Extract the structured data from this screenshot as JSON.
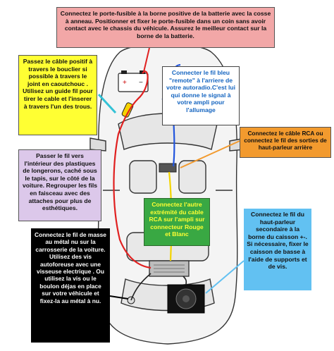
{
  "callouts": {
    "battery": "Connectez le porte-fusible à la borne positive de la batterie avec la cosse à anneau. Positionner et fixer le porte-fusible dans un coin sans avoir contact avec le chassis du véhicule. Assurez le meilleur contact sur la borne de la batterie.",
    "firewall": "Passez le câble positif à travers le bouclier si possible à travers le joint en caoutchouc . Utilisez un guide fil pour tirer le cable et l'inserer à travers l'un des trous.",
    "remote": "Connecter le fil bleu \"remote\" à l'arriere de votre autoradio.C'est lui qui donne le signal à votre ampli pour l'allumage",
    "rca": "Connectez le câble RCA ou connectez le fil des sorties de haut-parleur arrière",
    "routing": "Passer le fil vers l'intérieur des plastiques de longerons, caché sous le tapis, sur le côté de la voiture. Regrouper les fils en faisceau avec des attaches pour plus de esthétiques.",
    "rca_amp": "Connectez l'autre extrémité du cable RCA sur l'ampli sur connecteur Rouge et Blanc",
    "ground": "Connectez le fil de masse au métal nu sur la carrosserie de la voiture. Utilisez des vis autoforeuse avec une visseuse electrique . Ou utilisez la vis ou le boulon déjas en place sur votre véhicule et fixez-la au métal à nu.",
    "speaker": "Connectez le fil du haut-parleur secondaire à la borne du caisson +-. Si nécessaire, fixer le caisson de basse à l'aide de supports et de vis."
  },
  "colors": {
    "battery_box": "#f2a7a7",
    "firewall_box": "#ffff33",
    "remote_text": "#1565c0",
    "rca_box": "#f29a2e",
    "routing_box": "#dcc8ea",
    "rca_amp_box": "#39a843",
    "ground_box": "#000000",
    "speaker_box": "#62c1f2",
    "power_wire": "#e02020",
    "remote_wire": "#2255dd",
    "rca_wire": "#f3d400"
  },
  "icons": {
    "battery": "battery-icon",
    "amplifier": "amplifier-icon",
    "subwoofer": "subwoofer-icon",
    "head_unit": "head-unit-icon",
    "fuse": "fuse-holder-icon"
  }
}
